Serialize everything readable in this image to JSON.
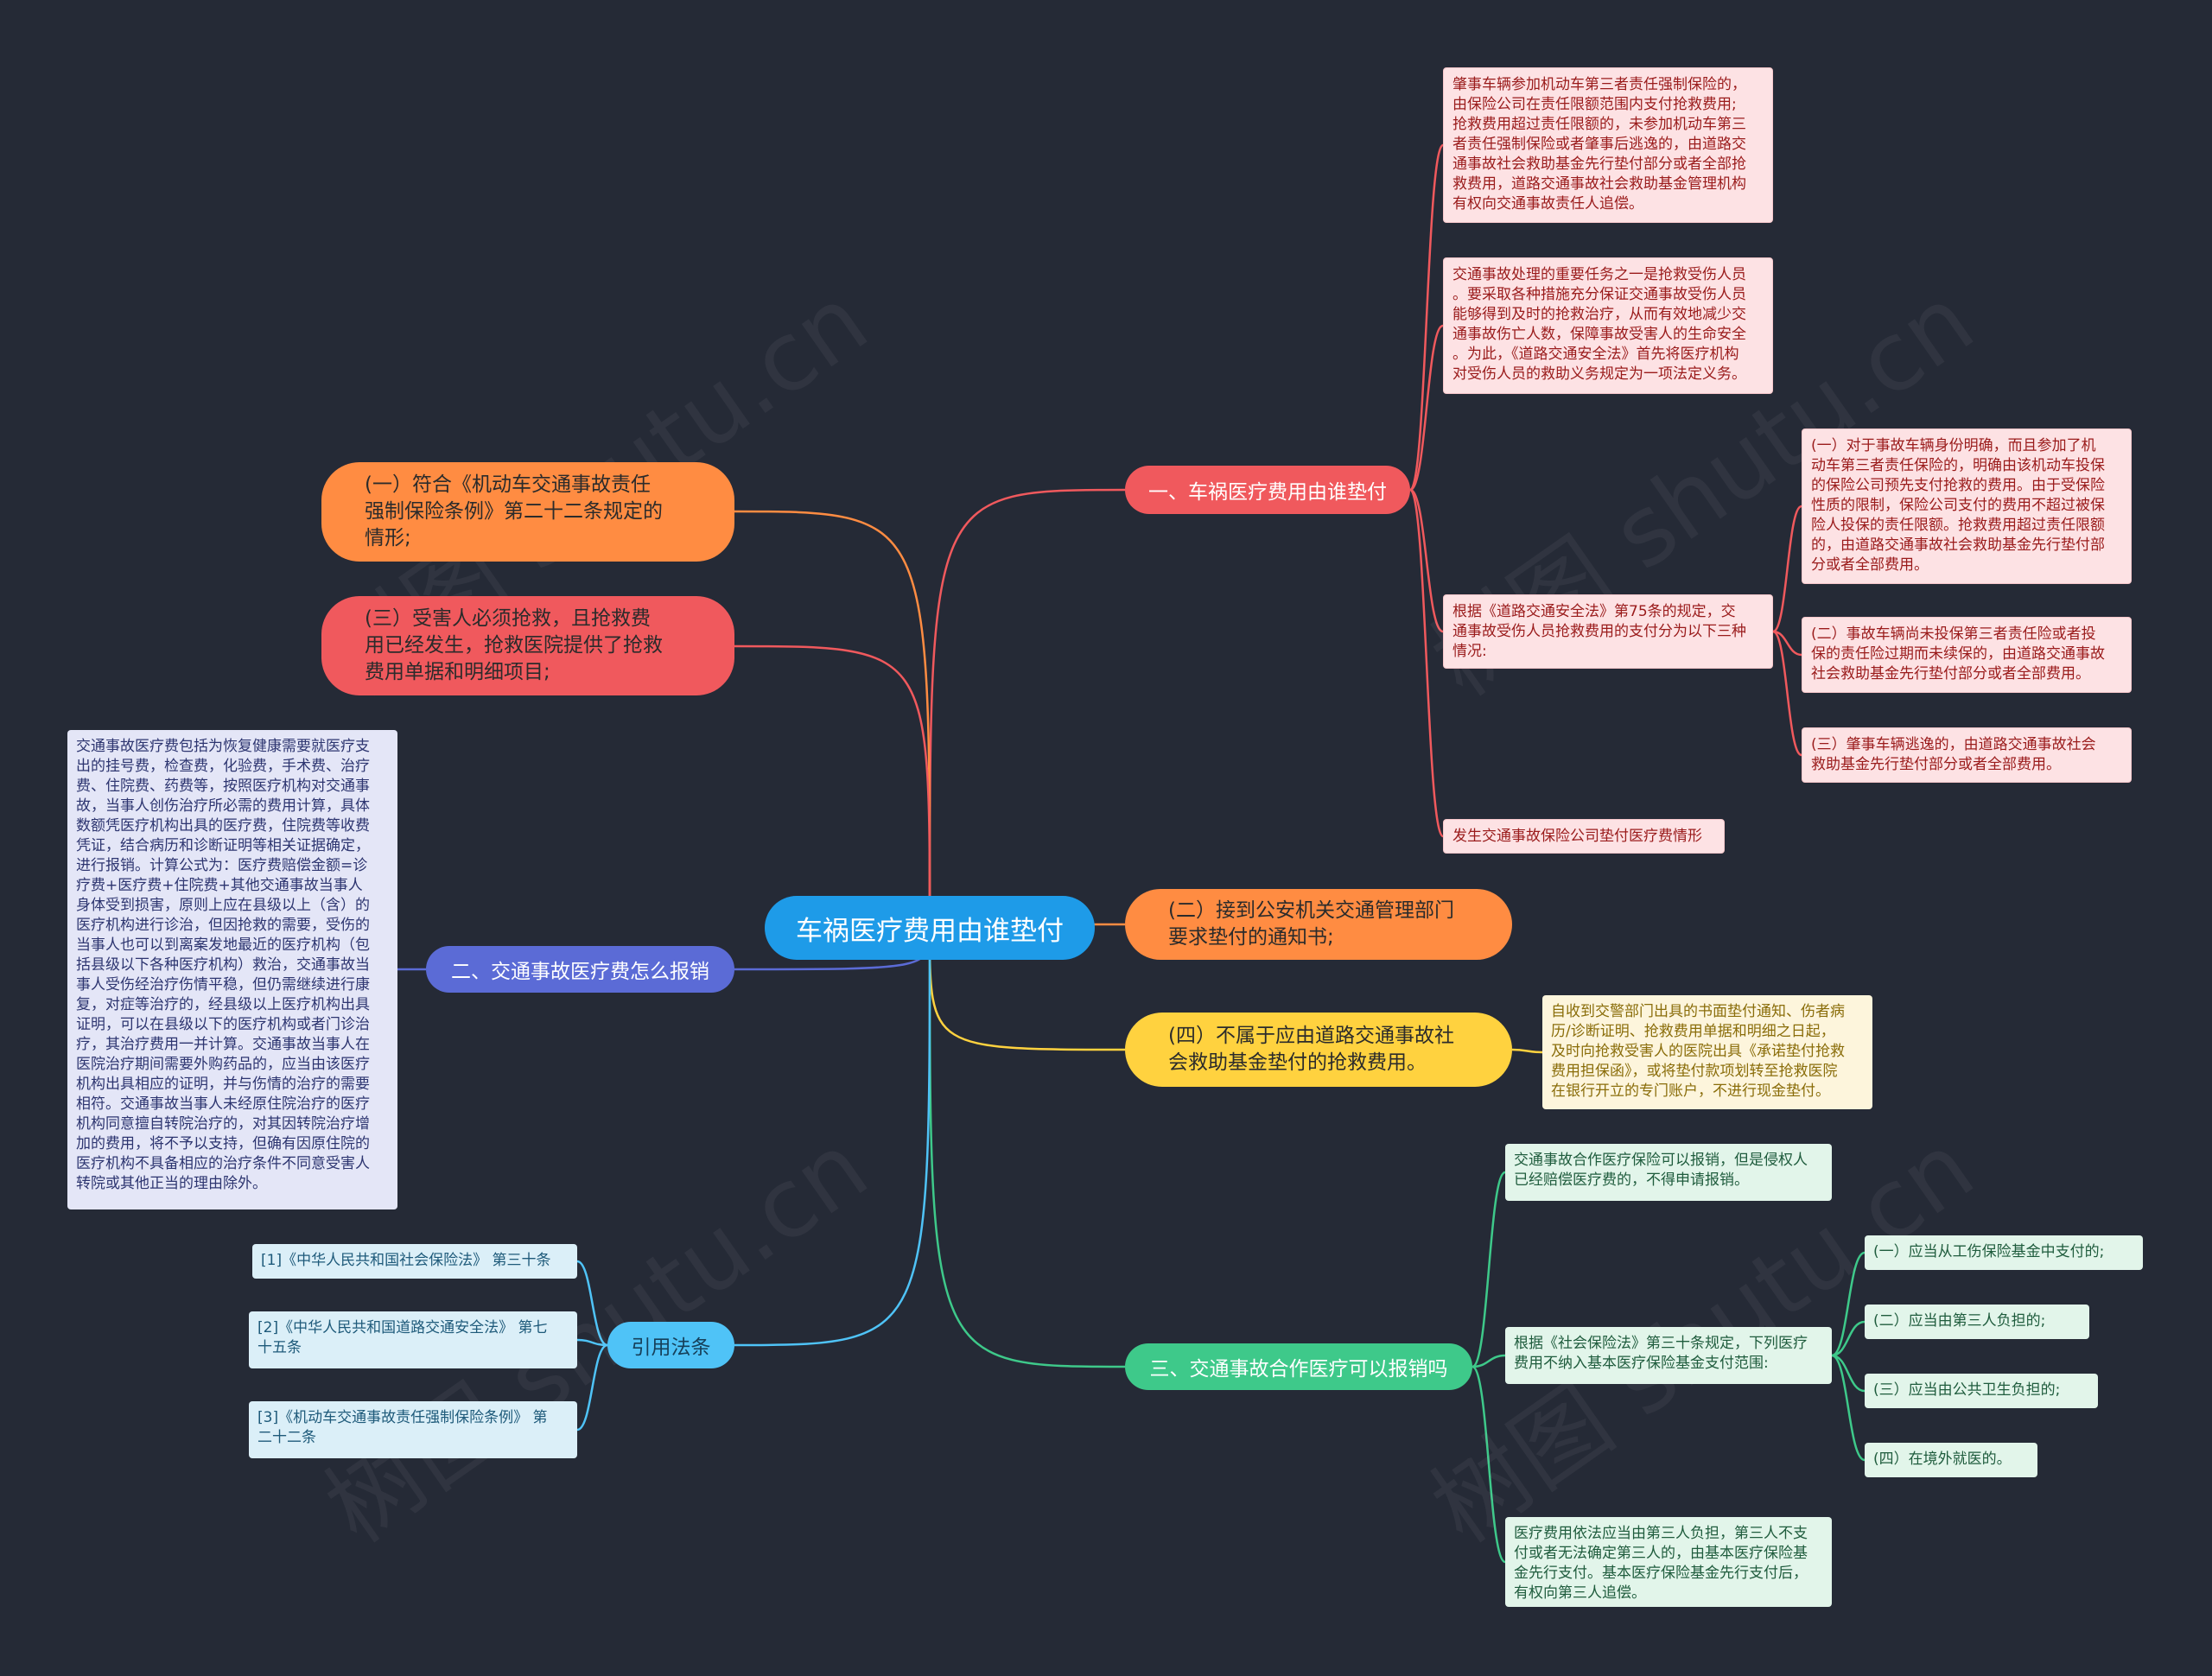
{
  "root": {
    "label": "车祸医疗费用由谁垫付"
  },
  "branch1": {
    "label": "一、车祸医疗费用由谁垫付",
    "color": "#f0595d",
    "box1": "肇事车辆参加机动车第三者责任强制保险的，\n由保险公司在责任限额范围内支付抢救费用;\n抢救费用超过责任限额的，未参加机动车第三\n者责任强制保险或者肇事后逃逸的，由道路交\n通事故社会救助基金先行垫付部分或者全部抢\n救费用，道路交通事故社会救助基金管理机构\n有权向交通事故责任人追偿。",
    "box2": "交通事故处理的重要任务之一是抢救受伤人员\n。要采取各种措施充分保证交通事故受伤人员\n能够得到及时的抢救治疗，从而有效地减少交\n通事故伤亡人数，保障事故受害人的生命安全\n。为此，《道路交通安全法》首先将医疗机构\n对受伤人员的救助义务规定为一项法定义务。",
    "box3": "根据《道路交通安全法》第75条的规定，交\n通事故受伤人员抢救费用的支付分为以下三种\n情况:",
    "sub1": "(一）对于事故车辆身份明确，而且参加了机\n动车第三者责任保险的，明确由该机动车投保\n的保险公司预先支付抢救的费用。由于受保险\n性质的限制，保险公司支付的费用不超过被保\n险人投保的责任限额。抢救费用超过责任限额\n的，由道路交通事故社会救助基金先行垫付部\n分或者全部费用。",
    "sub2": "(二）事故车辆尚未投保第三者责任险或者投\n保的责任险过期而未续保的，由道路交通事故\n社会救助基金先行垫付部分或者全部费用。",
    "sub3": "(三）肇事车辆逃逸的，由道路交通事故社会\n救助基金先行垫付部分或者全部费用。",
    "box4": "发生交通事故保险公司垫付医疗费情形"
  },
  "left_bubbles": {
    "b1": "(一）符合《机动车交通事故责任\n强制保险条例》第二十二条规定的\n情形;",
    "b1_color": "#ff8c42",
    "b2": "(三）受害人必须抢救，且抢救费\n用已经发生，抢救医院提供了抢救\n费用单据和明细项目;",
    "b2_color": "#f0595d"
  },
  "right_bubbles": {
    "b3": "(二）接到公安机关交通管理部门\n要求垫付的通知书;",
    "b3_color": "#ff8c42",
    "b4": "(四）不属于应由道路交通事故社\n会救助基金垫付的抢救费用。",
    "b4_color": "#ffd23f",
    "b4_box": "自收到交警部门出具的书面垫付通知、伤者病\n历/诊断证明、抢救费用单据和明细之日起，\n及时向抢救受害人的医院出具《承诺垫付抢救\n费用担保函》，或将垫付款项划转至抢救医院\n在银行开立的专门账户，不进行现金垫付。"
  },
  "branch2": {
    "label": "二、交通事故医疗费怎么报销",
    "color": "#5b6bd6",
    "box": "交通事故医疗费包括为恢复健康需要就医疗支\n出的挂号费，检查费，化验费，手术费、治疗\n费、住院费、药费等，按照医疗机构对交通事\n故，当事人创伤治疗所必需的费用计算，具体\n数额凭医疗机构出具的医疗费，住院费等收费\n凭证，结合病历和诊断证明等相关证据确定，\n进行报销。计算公式为：医疗费赔偿金额=诊\n疗费+医疗费+住院费+其他交通事故当事人\n身体受到损害，原则上应在县级以上（含）的\n医疗机构进行诊治，但因抢救的需要，受伤的\n当事人也可以到离案发地最近的医疗机构（包\n括县级以下各种医疗机构）救治，交通事故当\n事人受伤经治疗伤情平稳，但仍需继续进行康\n复，对症等治疗的，经县级以上医疗机构出具\n证明，可以在县级以下的医疗机构或者门诊治\n疗，其治疗费用一并计算。交通事故当事人在\n医院治疗期间需要外购药品的，应当由该医疗\n机构出具相应的证明，并与伤情的治疗的需要\n相符。交通事故当事人未经原住院治疗的医疗\n机构同意擅自转院治疗的，对其因转院治疗增\n加的费用，将不予以支持，但确有因原住院的\n医疗机构不具备相应的治疗条件不同意受害人\n转院或其他正当的理由除外。"
  },
  "branch3": {
    "label": "三、交通事故合作医疗可以报销吗",
    "color": "#3ec98a",
    "box1": "交通事故合作医疗保险可以报销，但是侵权人\n已经赔偿医疗费的，不得申请报销。",
    "box2": "根据《社会保险法》第三十条规定，下列医疗\n费用不纳入基本医疗保险基金支付范围:",
    "items": [
      "(一）应当从工伤保险基金中支付的;",
      "(二）应当由第三人负担的;",
      "(三）应当由公共卫生负担的;",
      "(四）在境外就医的。"
    ],
    "box3": "医疗费用依法应当由第三人负担，第三人不支\n付或者无法确定第三人的，由基本医疗保险基\n金先行支付。基本医疗保险基金先行支付后，\n有权向第三人追偿。"
  },
  "branch4": {
    "label": "引用法条",
    "color": "#4fc3f7",
    "refs": [
      "[1]《中华人民共和国社会保险法》 第三十条",
      "[2]《中华人民共和国道路交通安全法》 第七\n十五条",
      "[3]《机动车交通事故责任强制保险条例》 第\n二十二条"
    ]
  },
  "watermark": "树图 shutu.cn",
  "colors": {
    "background": "#252a36",
    "root": "#1e9be8"
  }
}
